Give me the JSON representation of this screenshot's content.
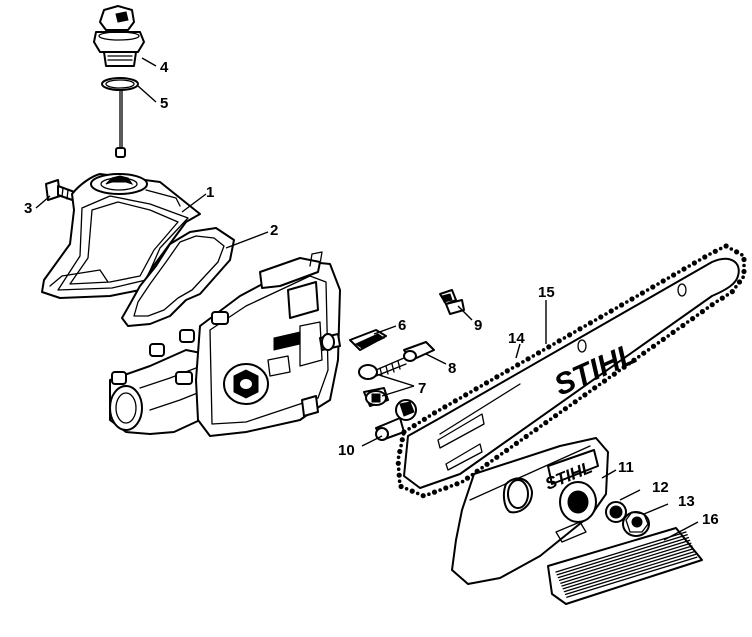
{
  "diagram": {
    "brand_logo": "STIHL",
    "callouts": [
      {
        "id": "1",
        "label": "1"
      },
      {
        "id": "2",
        "label": "2"
      },
      {
        "id": "3",
        "label": "3"
      },
      {
        "id": "4",
        "label": "4"
      },
      {
        "id": "5",
        "label": "5"
      },
      {
        "id": "6",
        "label": "6"
      },
      {
        "id": "7",
        "label": "7"
      },
      {
        "id": "8",
        "label": "8"
      },
      {
        "id": "9",
        "label": "9"
      },
      {
        "id": "10",
        "label": "10"
      },
      {
        "id": "11",
        "label": "11"
      },
      {
        "id": "12",
        "label": "12"
      },
      {
        "id": "13",
        "label": "13"
      },
      {
        "id": "14",
        "label": "14"
      },
      {
        "id": "15",
        "label": "15"
      },
      {
        "id": "16",
        "label": "16"
      }
    ]
  }
}
